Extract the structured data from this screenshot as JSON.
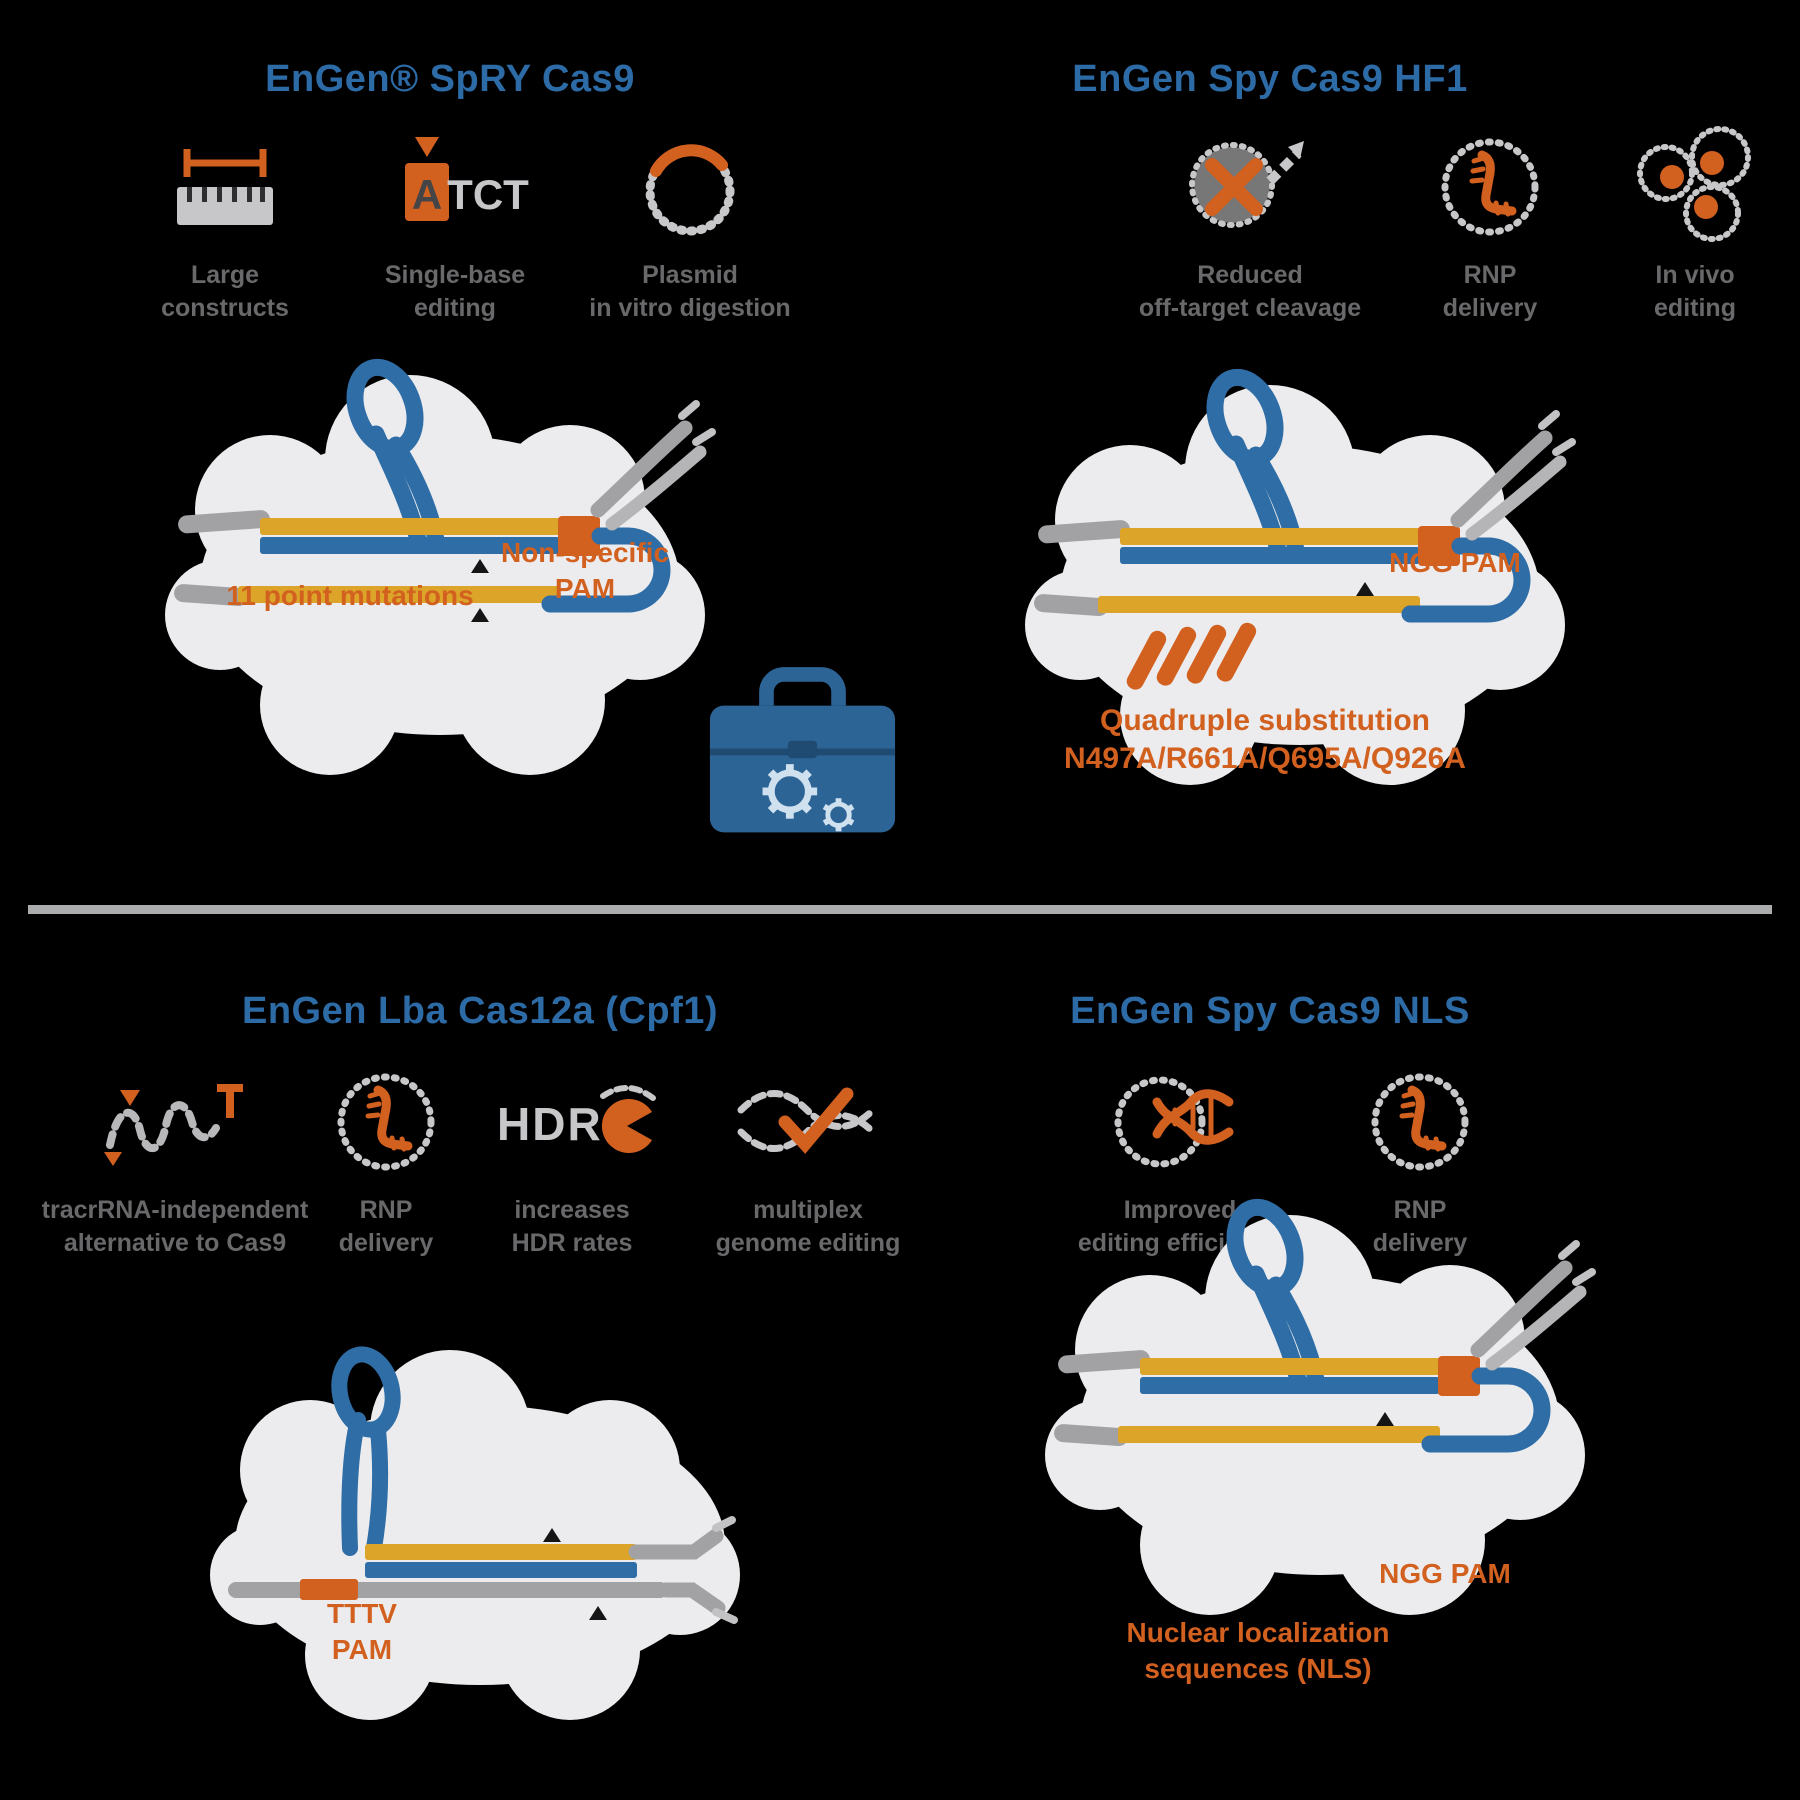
{
  "page": {
    "background": "#000000"
  },
  "colors": {
    "title_blue": "#2d6ba6",
    "accent_orange": "#d2601f",
    "dna_gold": "#dca428",
    "dna_blue": "#2e6da6",
    "strand_gray": "#a2a2a4",
    "protein_blob_gray": "#ececee",
    "caption_gray": "#69696b",
    "divider_gray": "#aaacae",
    "toolbox_blue": "#2d6496"
  },
  "quadrants": {
    "spry": {
      "title": "EnGen® SpRY Cas9",
      "features": [
        {
          "icon": "ruler-icon",
          "line1": "Large",
          "line2": "constructs"
        },
        {
          "icon": "single-base-editing-icon",
          "icon_text_a": "A",
          "icon_text_seq": "TCT",
          "line1": "Single-base",
          "line2": "editing"
        },
        {
          "icon": "plasmid-icon",
          "line1": "Plasmid",
          "line2": "in vitro digestion"
        }
      ],
      "diagram": {
        "mutations_label": "11 point mutations",
        "pam_label_line1": "Non-specific",
        "pam_label_line2": "PAM"
      }
    },
    "hf1": {
      "title": "EnGen Spy Cas9 HF1",
      "features": [
        {
          "icon": "reduced-off-target-icon",
          "line1": "Reduced",
          "line2": "off-target cleavage"
        },
        {
          "icon": "rnp-delivery-icon",
          "line1": "RNP",
          "line2": "delivery"
        },
        {
          "icon": "in-vivo-editing-icon",
          "line1": "In vivo",
          "line2": "editing"
        }
      ],
      "diagram": {
        "pam_label": "NGG PAM",
        "substitution_line1": "Quadruple substitution",
        "substitution_line2": "N497A/R661A/Q695A/Q926A"
      }
    },
    "cas12a": {
      "title": "EnGen Lba Cas12a (Cpf1)",
      "features": [
        {
          "icon": "crrna-icon",
          "line1": "tracrRNA-independent",
          "line2": "alternative to Cas9"
        },
        {
          "icon": "rnp-delivery-icon",
          "line1": "RNP",
          "line2": "delivery"
        },
        {
          "icon": "hdr-icon",
          "icon_text": "HDR",
          "line1": "increases",
          "line2": "HDR rates"
        },
        {
          "icon": "multiplex-editing-icon",
          "line1": "multiplex",
          "line2": "genome editing"
        }
      ],
      "diagram": {
        "pam_label_line1": "TTTV",
        "pam_label_line2": "PAM"
      }
    },
    "nls": {
      "title": "EnGen Spy Cas9 NLS",
      "features": [
        {
          "icon": "editing-efficiency-icon",
          "line1": "Improved",
          "line2": "editing efficiency"
        },
        {
          "icon": "rnp-delivery-icon",
          "line1": "RNP",
          "line2": "delivery"
        }
      ],
      "diagram": {
        "pam_label": "NGG PAM",
        "nls_line1": "Nuclear localization",
        "nls_line2": "sequences (NLS)"
      }
    }
  },
  "center": {
    "icon": "toolbox-icon"
  }
}
